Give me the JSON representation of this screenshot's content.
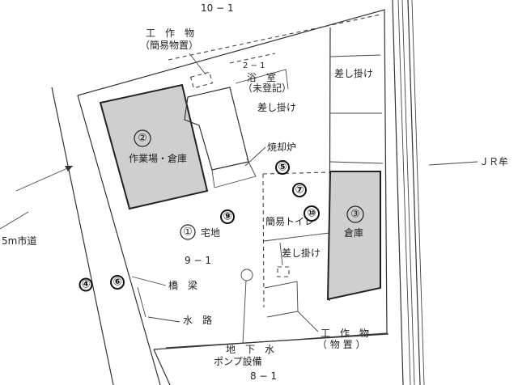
{
  "lot_labels": {
    "top": "10 − 1",
    "bottom": "8 − 1",
    "center": "9 − 1",
    "south_east_mid": "2 − 1"
  },
  "roads": {
    "west_road": "5m市道",
    "rail": "ＪＲ牟"
  },
  "buildings": [
    {
      "num": "①",
      "label": "宅地"
    },
    {
      "num": "②",
      "label": "作業場・倉庫"
    },
    {
      "num": "③",
      "label": "倉庫"
    }
  ],
  "markers": [
    "④",
    "⑤",
    "⑥",
    "⑦",
    "⑨",
    "⑩"
  ],
  "labels": {
    "storage_simple_title": "工　作　物",
    "storage_simple_sub": "（簡易物置）",
    "bath_title": "浴　室",
    "bath_sub": "（未登記）",
    "sashi_1": "差し掛け",
    "sashi_2": "差し掛け",
    "sashi_3": "差し掛け",
    "incinerator": "焼却炉",
    "toilet": "簡易トイレ",
    "bridge": "橋　梁",
    "waterway": "水　路",
    "storage_title": "工　作　物",
    "storage_sub": "（ 物 置 ）",
    "pump_1": "地　下　水",
    "pump_2": "ポンプ設備"
  }
}
